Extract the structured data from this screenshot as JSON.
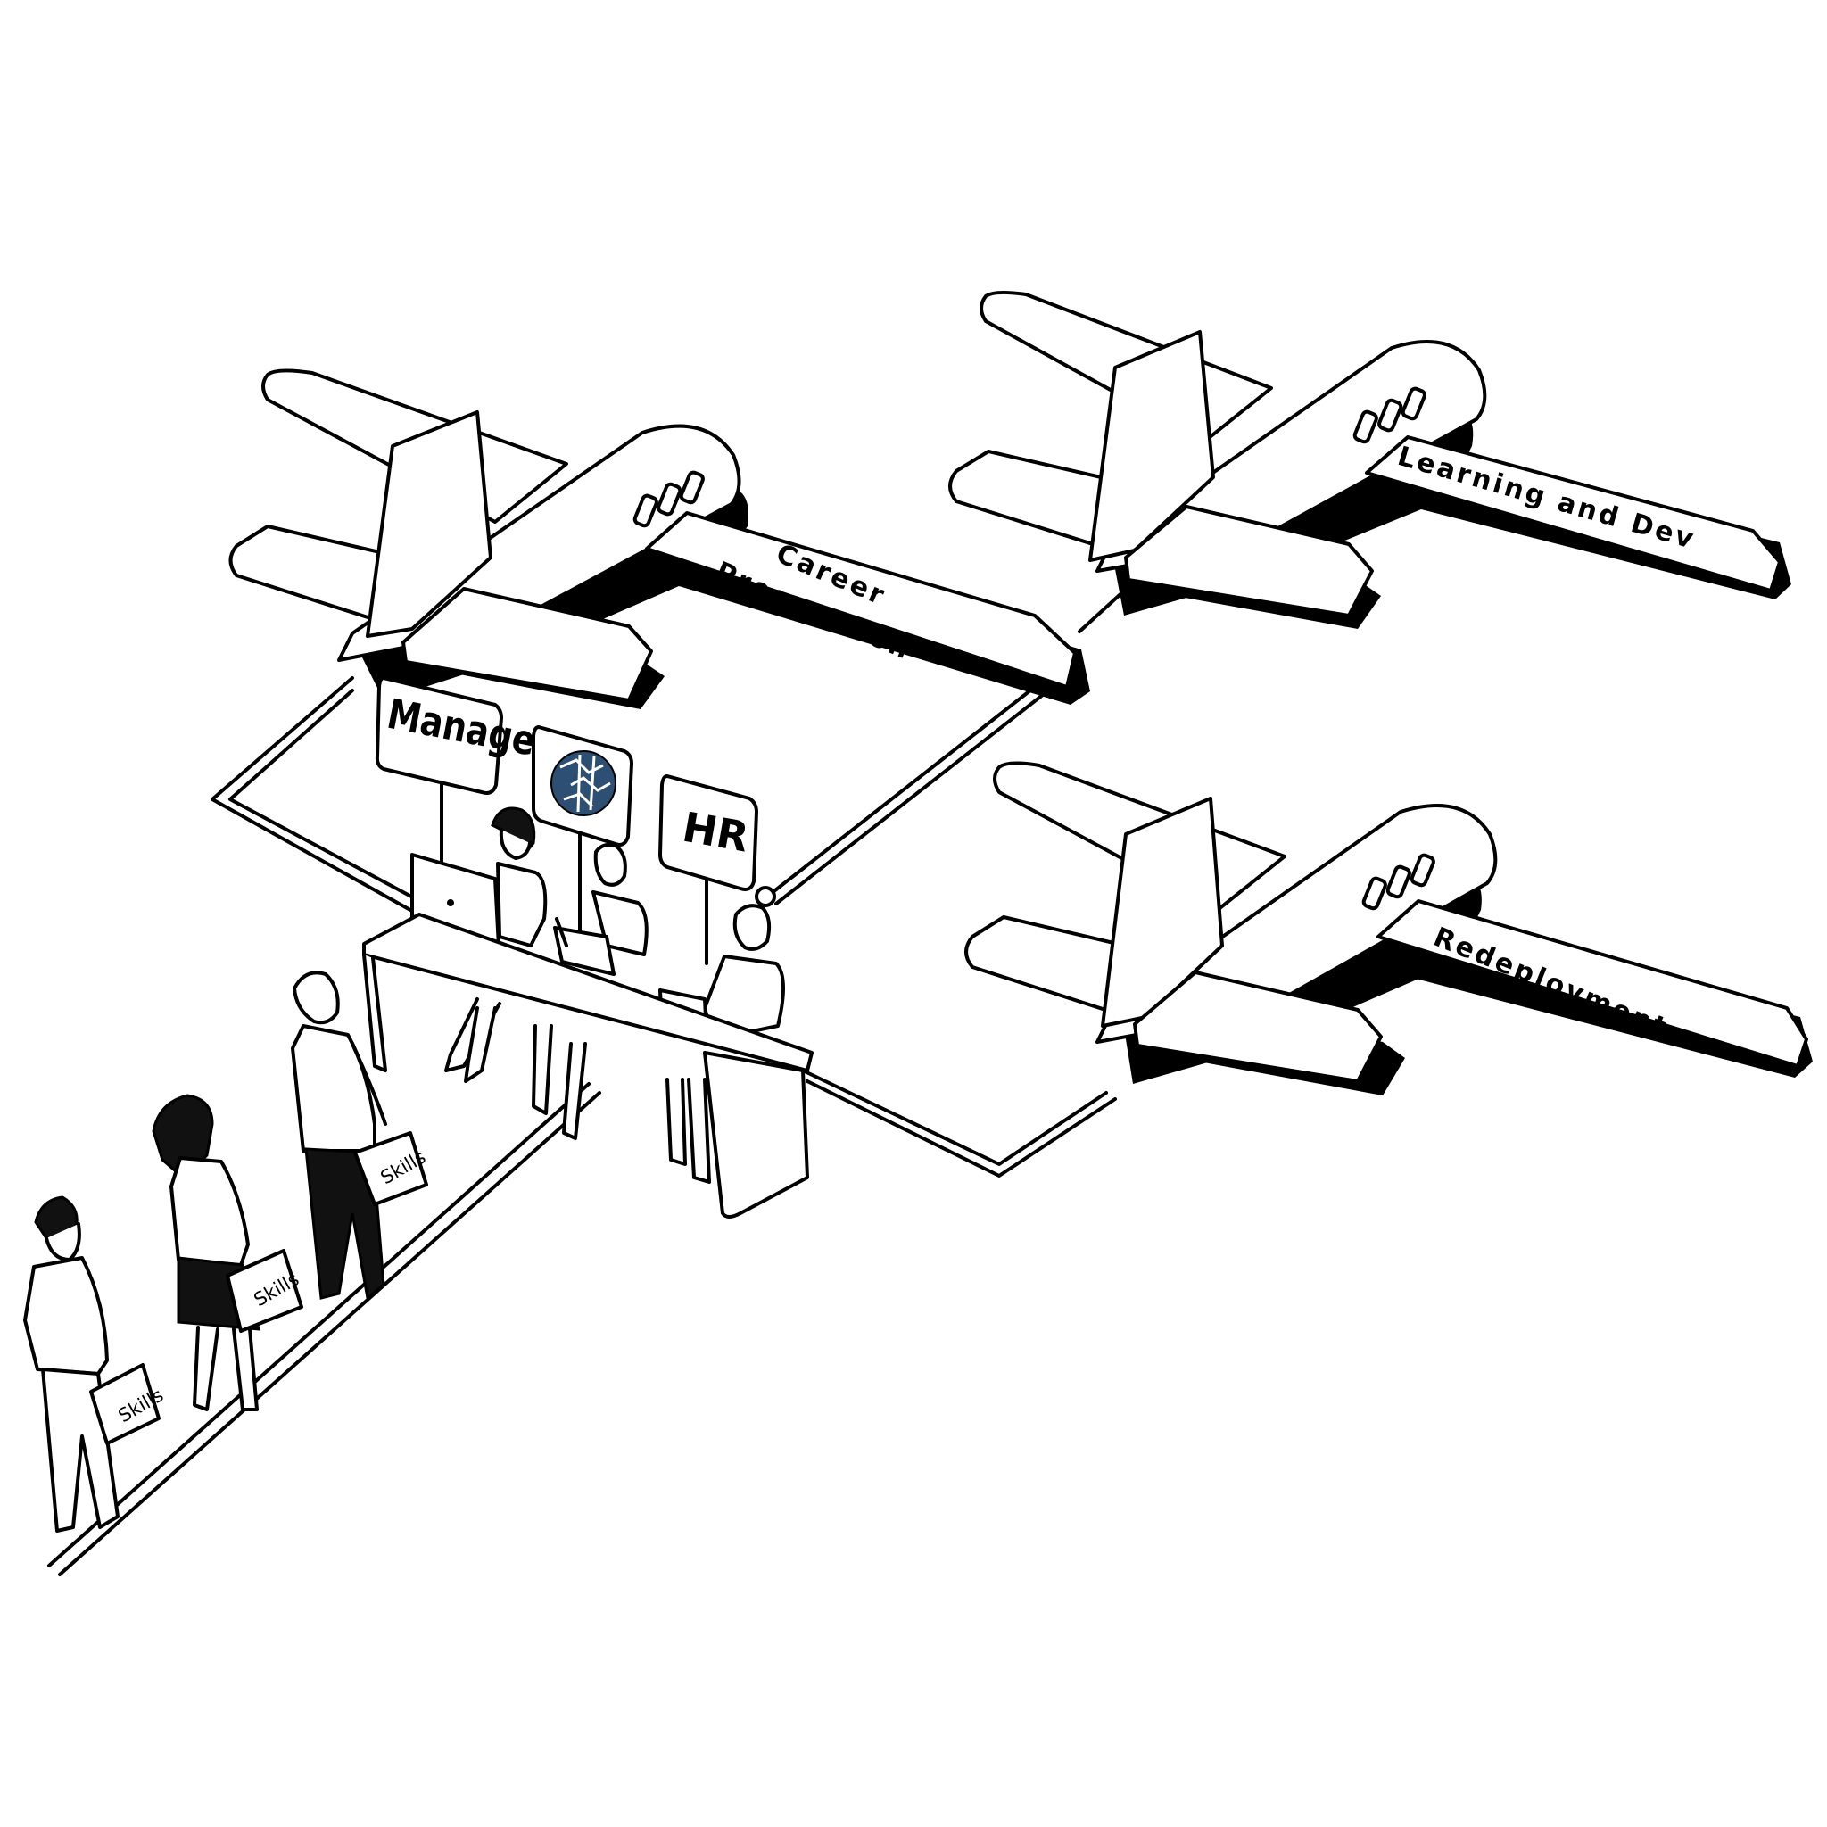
{
  "planes": {
    "career": {
      "label_line1": "Career",
      "label_line2": "Progression"
    },
    "learning": {
      "label": "Learning and Dev"
    },
    "redeploy": {
      "label": "Redeployment"
    }
  },
  "desk": {
    "signs": {
      "manager": "Manager",
      "hr": "HR"
    },
    "logo_icon": "globe-map-icon",
    "logo_color": "#2c4f73"
  },
  "queue": {
    "bag_label": "Skills",
    "people_count": 3
  }
}
